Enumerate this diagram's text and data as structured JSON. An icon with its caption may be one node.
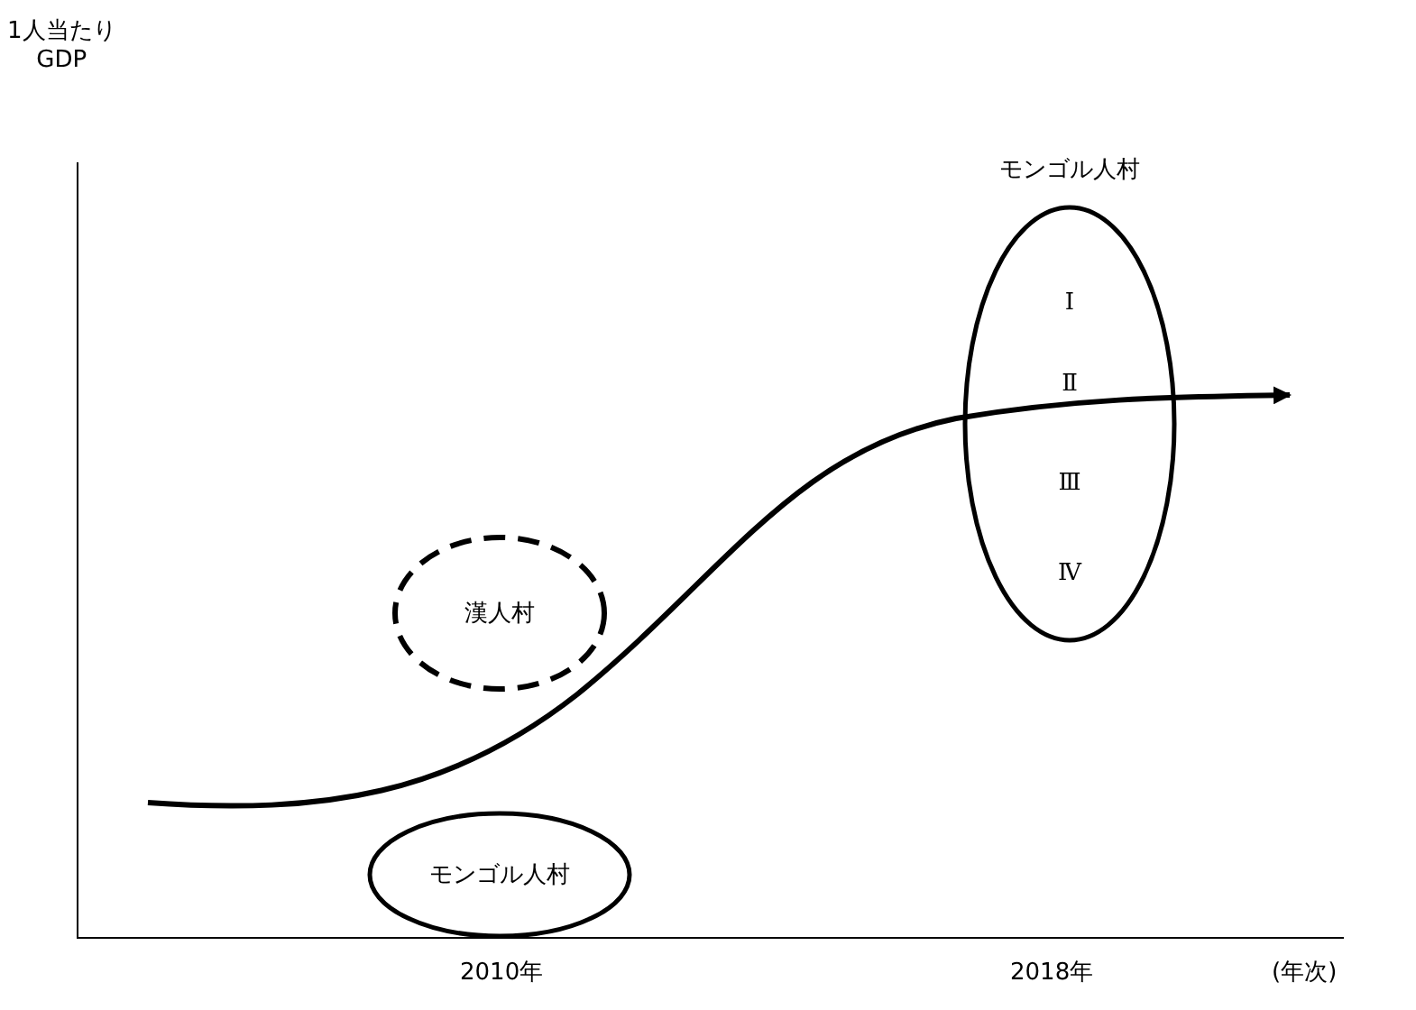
{
  "diagram": {
    "nodes": [
      {
        "text": [
          "漢人村"
        ]
      },
      {
        "text": [
          "モンゴル人村"
        ]
      },
      {
        "text": [
          "モンゴル人村",
          "Ⅰ",
          "Ⅱ",
          "Ⅲ",
          "Ⅳ"
        ]
      }
    ],
    "labels": [
      "1人当たり GDP",
      "2010年",
      "2018年",
      "(年次)"
    ]
  }
}
